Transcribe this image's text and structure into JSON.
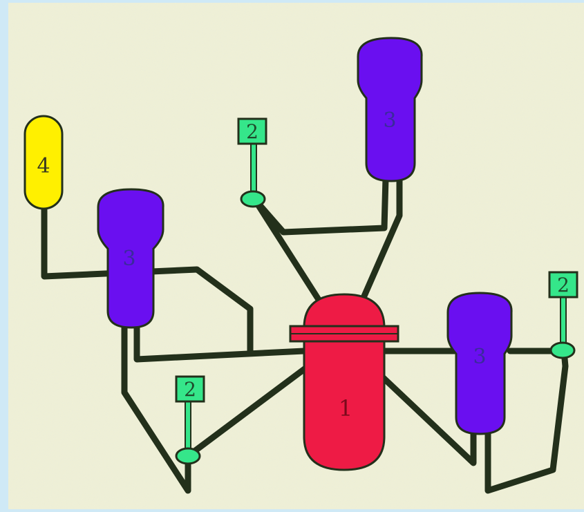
{
  "diagram": {
    "reactor": {
      "label": "1",
      "color": "#ee1b45"
    },
    "pumps": [
      {
        "label": "2",
        "color": "#35e68a"
      },
      {
        "label": "2",
        "color": "#35e68a"
      },
      {
        "label": "2",
        "color": "#35e68a"
      }
    ],
    "steam_generators": [
      {
        "label": "3",
        "color": "#6a0ff0"
      },
      {
        "label": "3",
        "color": "#6a0ff0"
      },
      {
        "label": "3",
        "color": "#6a0ff0"
      }
    ],
    "pressurizer": {
      "label": "4",
      "color": "#fff000"
    },
    "pipe_color": "#23301b",
    "background_color": "#f1f0d4"
  }
}
